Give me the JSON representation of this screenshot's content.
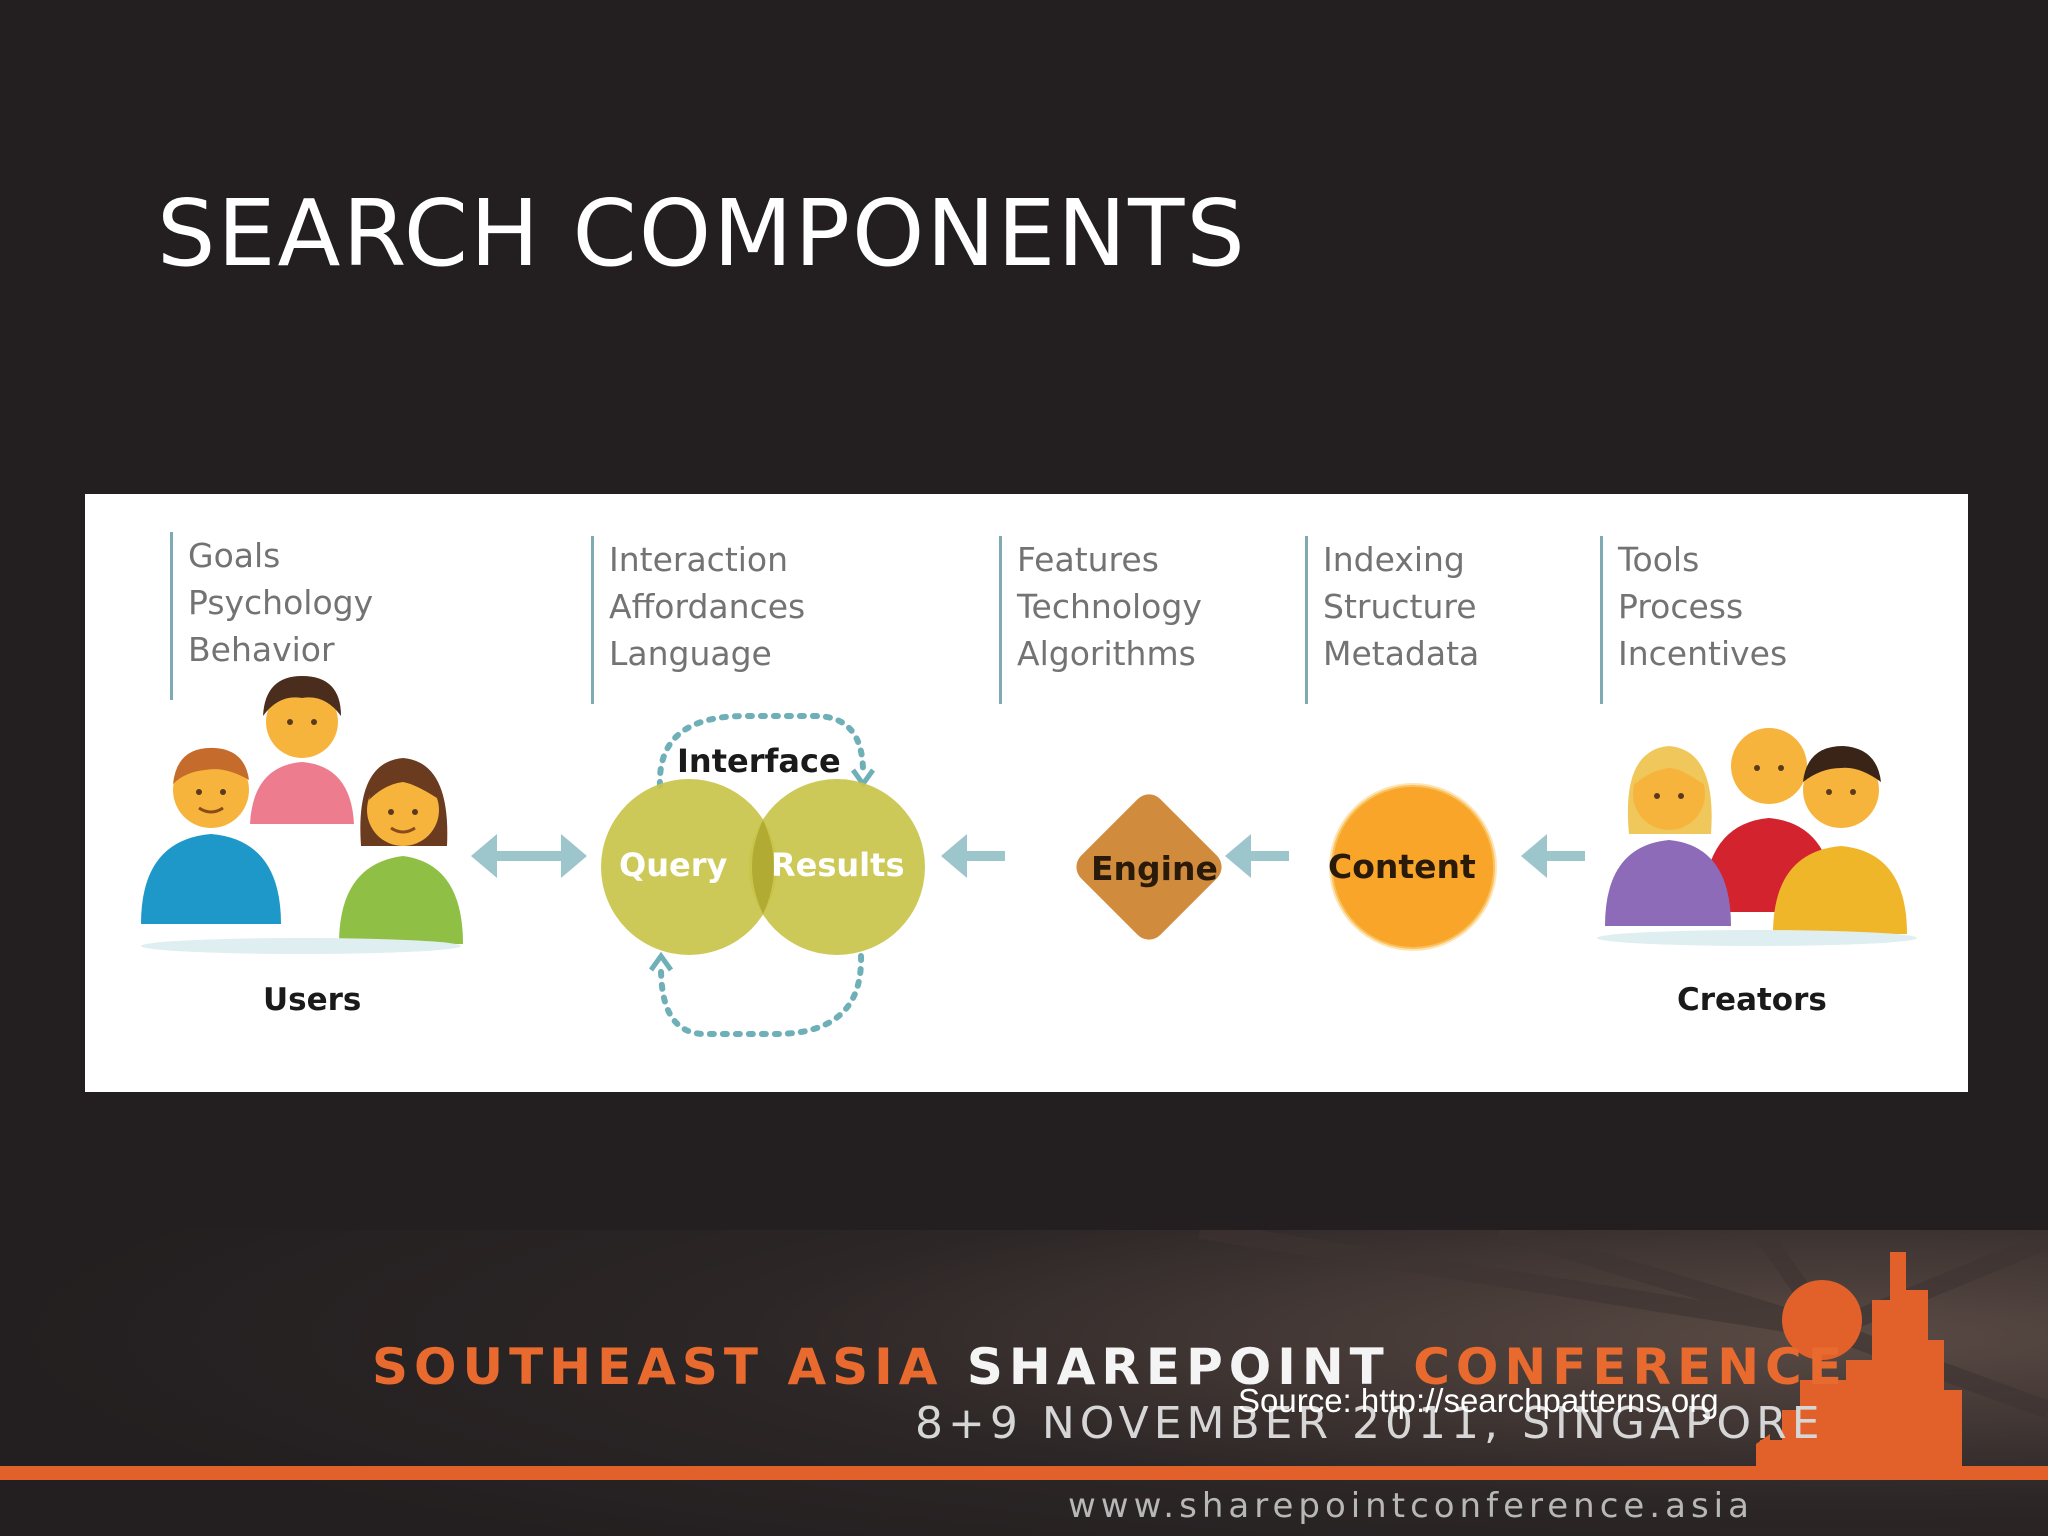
{
  "slide": {
    "title": "SEARCH COMPONENTS",
    "source": "Source: http://searchpatterns.org"
  },
  "diagram": {
    "label_groups": [
      {
        "lines": [
          "Goals",
          "Psychology",
          "Behavior"
        ]
      },
      {
        "lines": [
          "Interaction",
          "Affordances",
          "Language"
        ]
      },
      {
        "lines": [
          "Features",
          "Technology",
          "Algorithms"
        ]
      },
      {
        "lines": [
          "Indexing",
          "Structure",
          "Metadata"
        ]
      },
      {
        "lines": [
          "Tools",
          "Process",
          "Incentives"
        ]
      }
    ],
    "nodes": {
      "interface": "Interface",
      "query": "Query",
      "results": "Results",
      "engine": "Engine",
      "content": "Content",
      "users": "Users",
      "creators": "Creators"
    },
    "colors": {
      "label_rule": "#7fa9b3",
      "arrow": "#9cc6cc",
      "query_results": "#c9c44a",
      "engine": "#d08b3c",
      "content": "#f8a52a"
    }
  },
  "footer": {
    "part1": "SOUTHEAST ASIA ",
    "part2": "SHAREPOINT ",
    "part3": "CONFERENCE",
    "date": "8+9 NOVEMBER 2011, SINGAPORE",
    "url": "www.sharepointconference.asia",
    "colors": {
      "accent": "#e96a2e"
    }
  }
}
